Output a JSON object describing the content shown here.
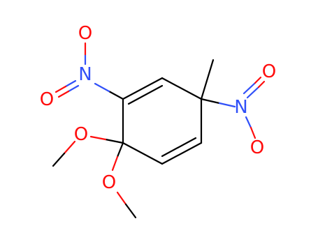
{
  "colors": {
    "carbon_bond": "#000000",
    "oxygen": "#ff0d0d",
    "nitrogen": "#3050f8",
    "background": "#ffffff"
  },
  "atoms": [
    {
      "id": "O_nitro1_top",
      "element": "O",
      "label": "O"
    },
    {
      "id": "N_nitro1",
      "element": "N",
      "label": "N"
    },
    {
      "id": "O_nitro1_left",
      "element": "O",
      "label": "O"
    },
    {
      "id": "N_nitro2",
      "element": "N",
      "label": "N"
    },
    {
      "id": "O_nitro2_top",
      "element": "O",
      "label": "O"
    },
    {
      "id": "O_nitro2_bottom",
      "element": "O",
      "label": "O"
    },
    {
      "id": "O_methoxy_upper",
      "element": "O",
      "label": "O"
    },
    {
      "id": "O_methoxy_lower",
      "element": "O",
      "label": "O"
    }
  ]
}
